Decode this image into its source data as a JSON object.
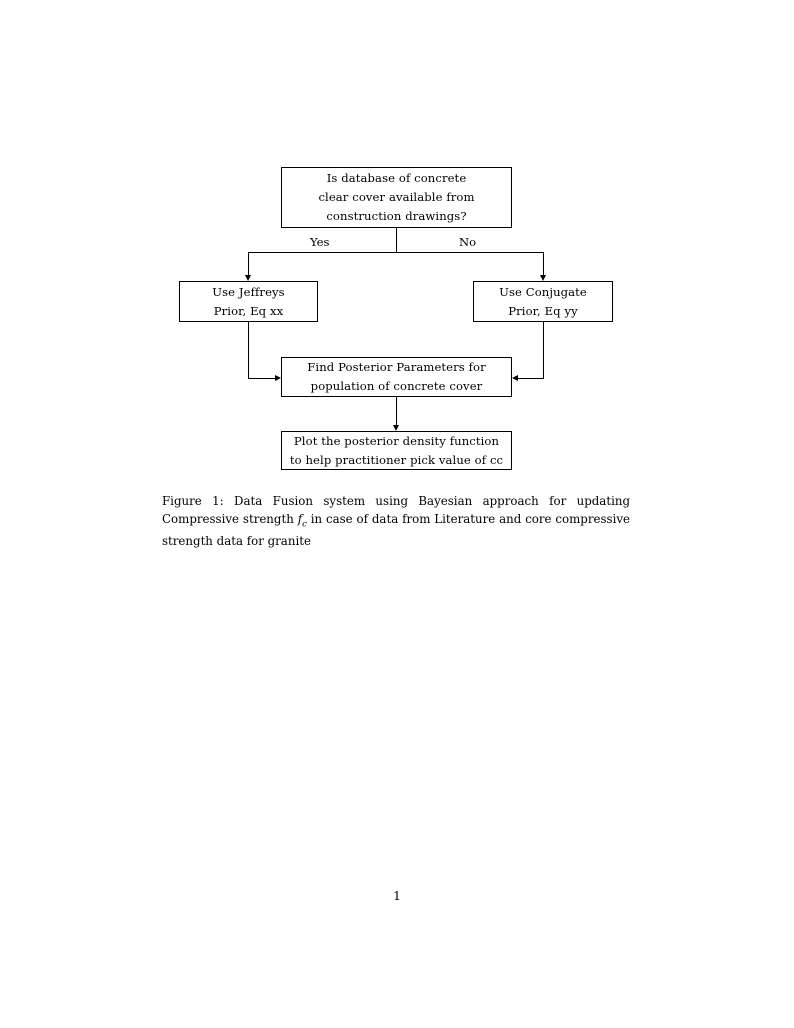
{
  "document": {
    "page_number": "1"
  },
  "figure": {
    "nodes": {
      "question": {
        "lines": [
          "Is database of concrete",
          "clear cover available from",
          "construction drawings?"
        ]
      },
      "jeffreys": {
        "lines": [
          "Use Jeffreys",
          "Prior, Eq xx"
        ]
      },
      "conjugate": {
        "lines": [
          "Use Conjugate",
          "Prior, Eq yy"
        ]
      },
      "posterior": {
        "lines": [
          "Find Posterior Parameters for",
          "population of concrete cover"
        ]
      },
      "plot": {
        "lines": [
          "Plot the posterior density function",
          "to help practitioner pick value of cc"
        ]
      }
    },
    "branches": {
      "yes_label": "Yes",
      "no_label": "No"
    },
    "caption": {
      "label": "Figure 1:",
      "text_before_math": " Data Fusion system using Bayesian approach for updating Compressive strength ",
      "math_base": "f",
      "math_sub": "c",
      "text_after_math": " in case of data from Literature and core compressive strength data for granite"
    }
  },
  "colors": {
    "ink": "#000000",
    "paper": "#ffffff"
  }
}
